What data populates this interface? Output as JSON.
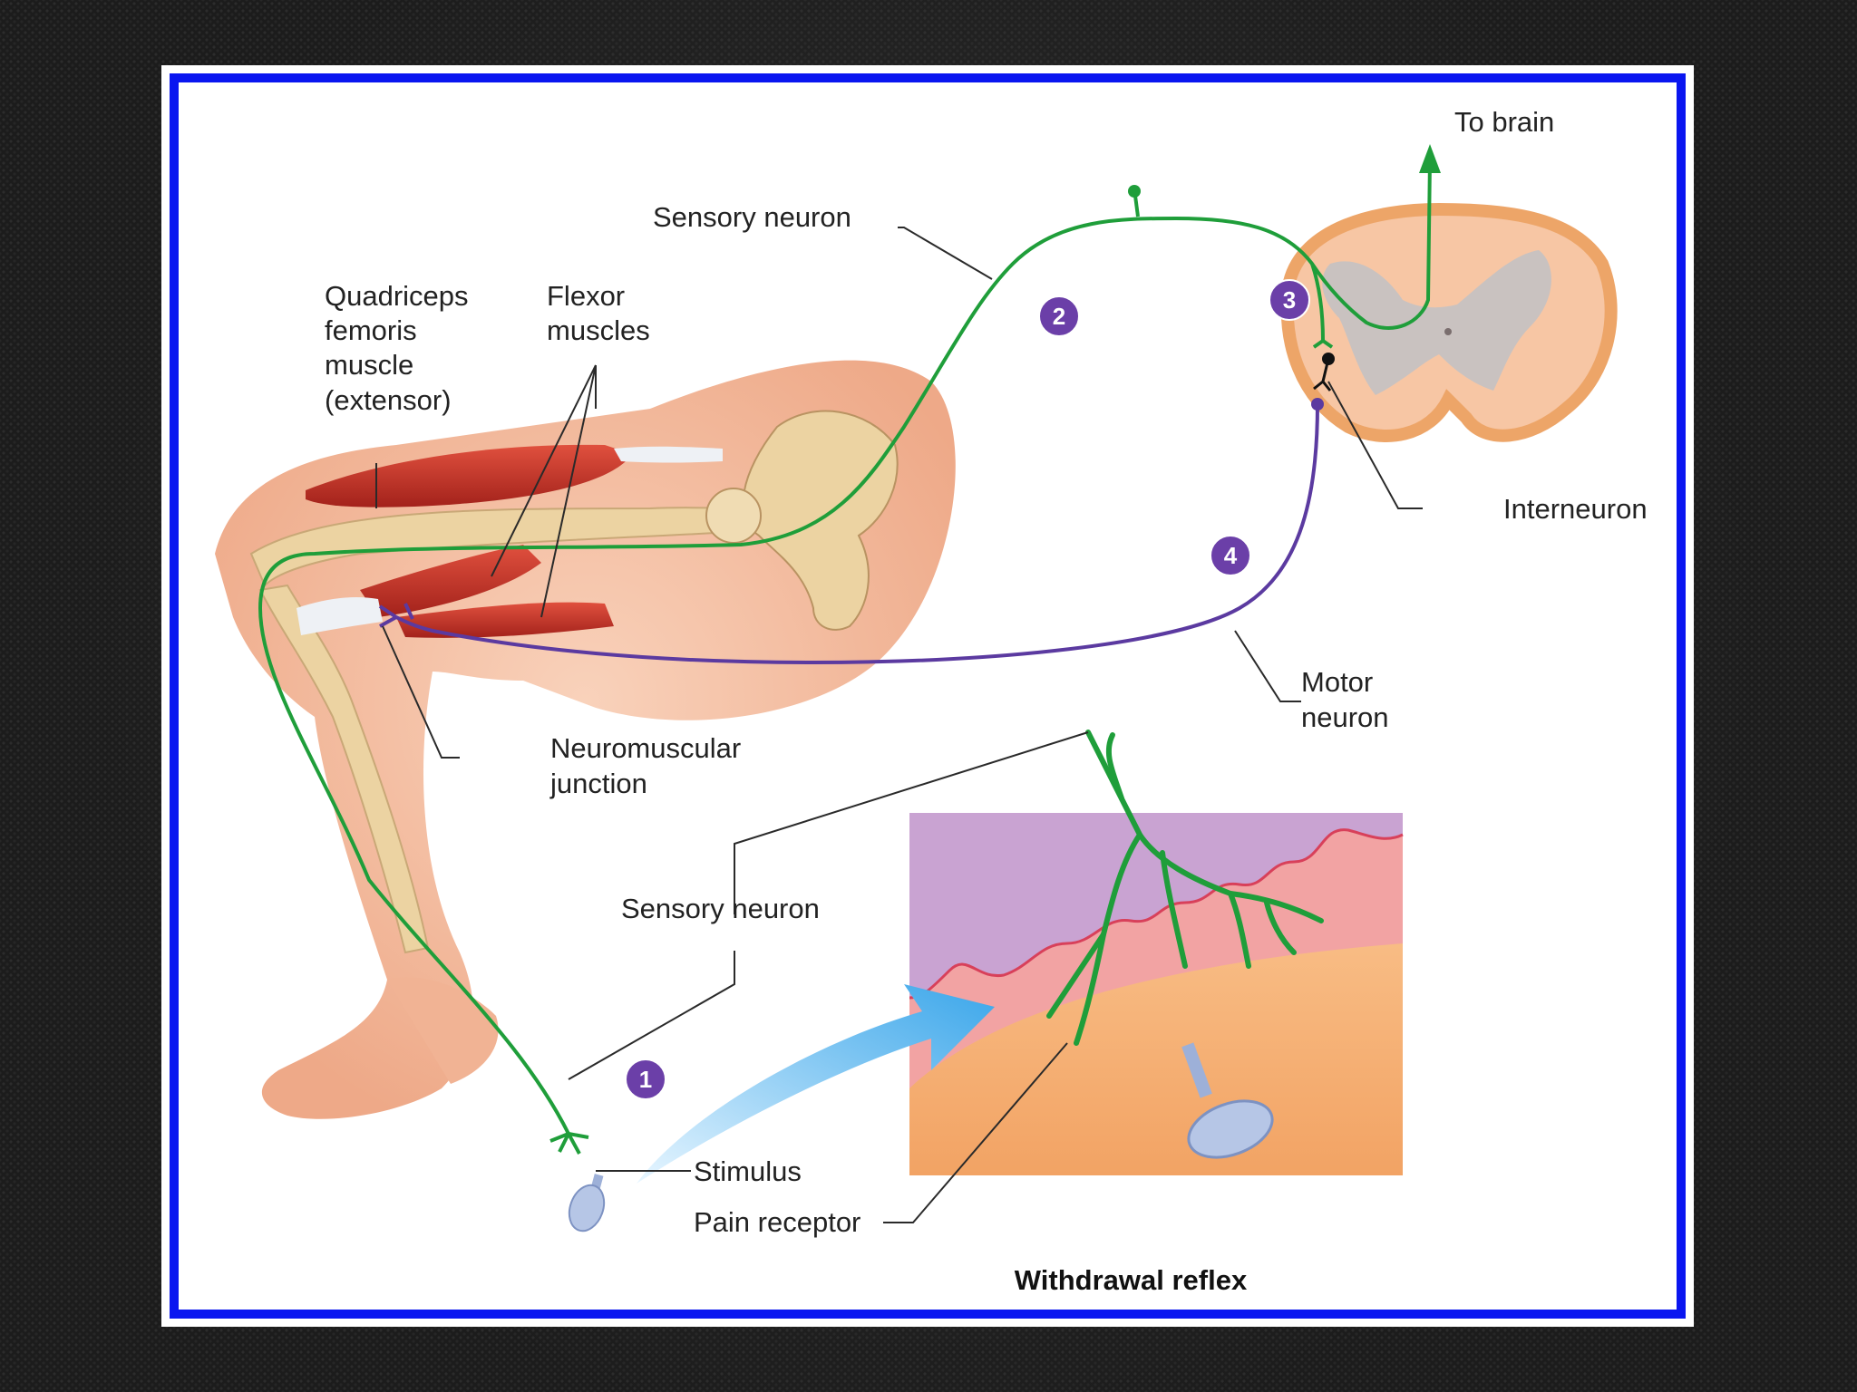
{
  "diagram": {
    "title": "Withdrawal reflex",
    "labels": {
      "to_brain": "To brain",
      "sensory_neuron_top": "Sensory neuron",
      "quadriceps": [
        "Quadriceps",
        "femoris",
        "muscle",
        "(extensor)"
      ],
      "flexor": [
        "Flexor",
        "muscles"
      ],
      "interneuron": "Interneuron",
      "motor_neuron": [
        "Motor",
        "neuron"
      ],
      "neuromuscular_junction": [
        "Neuromuscular",
        "junction"
      ],
      "sensory_neuron_bottom": "Sensory neuron",
      "stimulus": "Stimulus",
      "pain_receptor": "Pain receptor"
    },
    "steps": [
      "1",
      "2",
      "3",
      "4"
    ],
    "colors": {
      "border": "#0a16f0",
      "sensory_neuron": "#1f9e3a",
      "motor_neuron": "#5b3aa0",
      "step_badge": "#6b3fa8",
      "skin": "#f5c0a2",
      "muscle": "#c8362a",
      "bone": "#ecd3a2",
      "arrow": "#39a9ea"
    }
  }
}
